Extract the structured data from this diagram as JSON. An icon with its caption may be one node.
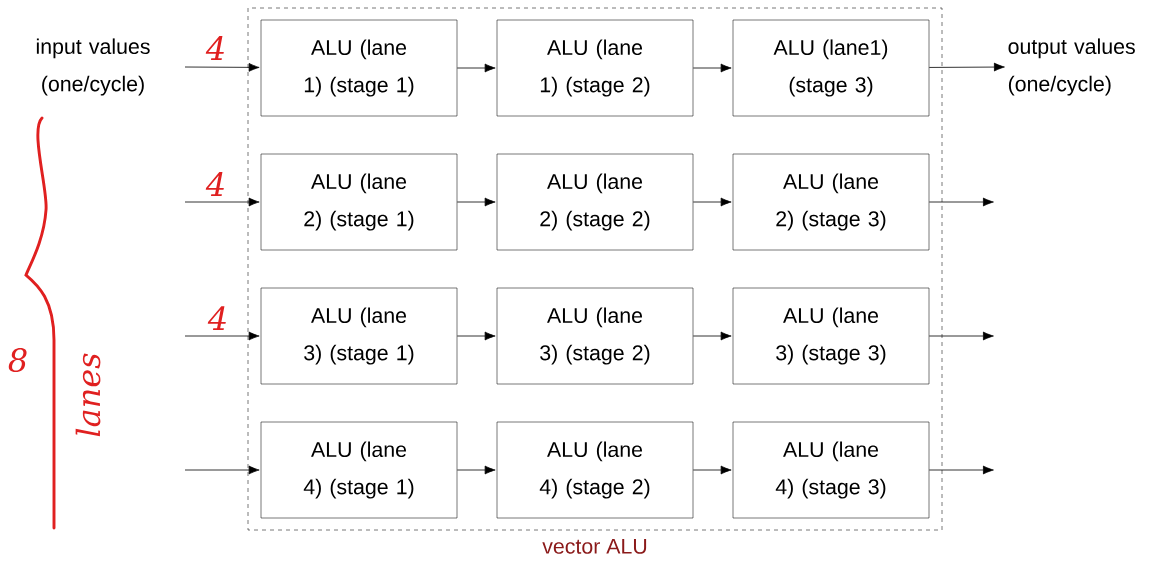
{
  "diagram": {
    "nodes": [
      {
        "text": [
          "vector ALU"
        ]
      },
      {
        "text": [
          "input values (one/cycle)"
        ]
      },
      {
        "text": [
          "ALU (lane 1) (stage 1)"
        ],
        "in": 0
      },
      {
        "text": [
          "ALU (lane 1) (stage 2)"
        ],
        "in": 0
      },
      {
        "text": [
          "ALU (lane1) (stage 3)"
        ],
        "in": 0
      },
      {
        "text": [
          "ALU (lane 2) (stage 1)"
        ],
        "in": 0
      },
      {
        "text": [
          "ALU (lane 2) (stage 2)"
        ],
        "in": 0
      },
      {
        "text": [
          "ALU (lane 2) (stage 3)"
        ],
        "in": 0
      },
      {
        "text": [
          "ALU (lane 3) (stage 1)"
        ],
        "in": 0
      },
      {
        "text": [
          "ALU (lane 3) (stage 2)"
        ],
        "in": 0
      },
      {
        "text": [
          "ALU (lane 3) (stage 3)"
        ],
        "in": 0
      },
      {
        "text": [
          "ALU (lane 4) (stage 1)"
        ],
        "in": 0
      },
      {
        "text": [
          "ALU (lane 4) (stage 2)"
        ],
        "in": 0
      },
      {
        "text": [
          "ALU (lane 4) (stage 3)"
        ],
        "in": 0
      },
      {
        "text": [
          "output values (one/cycle)"
        ]
      }
    ],
    "edges": [
      {
        "from": 1,
        "to": 2,
        "arrow": "to"
      },
      {
        "from": 2,
        "to": 3,
        "arrow": "to"
      },
      {
        "from": 3,
        "to": 4,
        "arrow": "to"
      },
      {
        "from": 4,
        "to": 14,
        "arrow": "to"
      },
      {
        "from": null,
        "to": 5,
        "arrow": "to"
      },
      {
        "from": 5,
        "to": 6,
        "arrow": "to"
      },
      {
        "from": 6,
        "to": 7,
        "arrow": "to"
      },
      {
        "from": 7,
        "to": null,
        "arrow": "to"
      },
      {
        "from": null,
        "to": 8,
        "arrow": "to"
      },
      {
        "from": 8,
        "to": 9,
        "arrow": "to"
      },
      {
        "from": 9,
        "to": 10,
        "arrow": "to"
      },
      {
        "from": 10,
        "to": null,
        "arrow": "to"
      },
      {
        "from": null,
        "to": 11,
        "arrow": "to"
      },
      {
        "from": 11,
        "to": 12,
        "arrow": "to"
      },
      {
        "from": 12,
        "to": 13,
        "arrow": "to"
      },
      {
        "from": 13,
        "to": null,
        "arrow": "to"
      }
    ],
    "labels": [
      "4",
      "4",
      "4",
      "8",
      "lanes"
    ]
  }
}
